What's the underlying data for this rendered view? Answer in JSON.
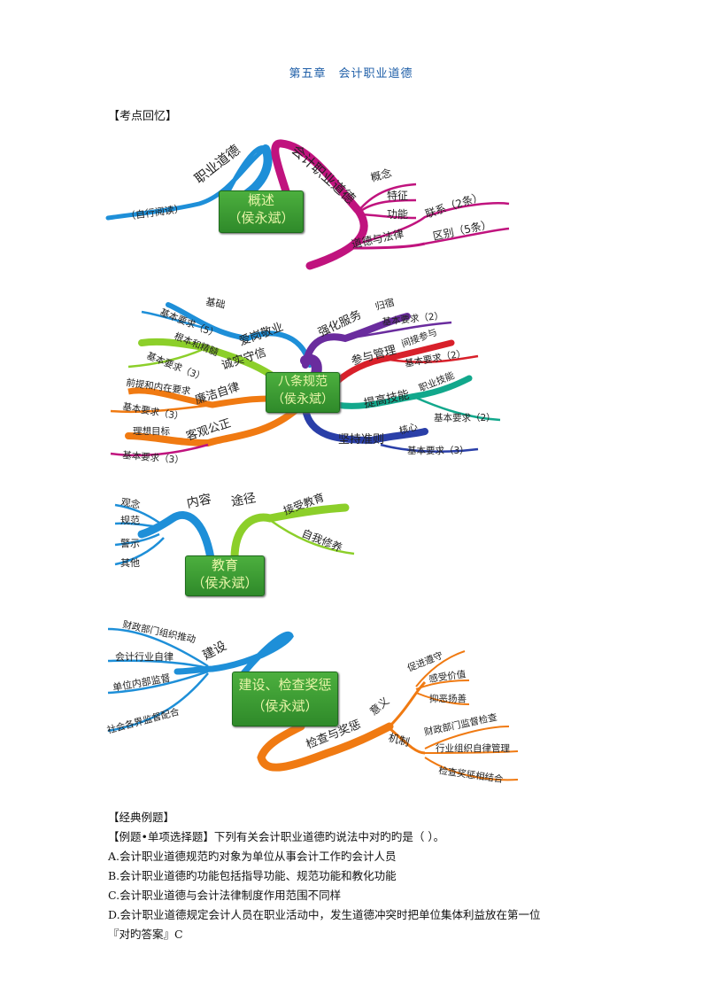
{
  "header": {
    "chapter": "第五章",
    "title": "会计职业道德"
  },
  "recall_label": "【考点回忆】",
  "map1": {
    "center_line1": "概述",
    "center_line2": "（侯永斌）",
    "b_zhiye": "职业道德",
    "b_zixing": "（自行阅读）",
    "b_kuaiji": "会计职业道德",
    "b_gainian": "概念",
    "b_tezheng": "特征",
    "b_gongneng": "功能",
    "b_daode_falv": "道德与法律",
    "b_lianxi": "联系（2条）",
    "b_qubie": "区别（5条）"
  },
  "map2": {
    "center_line1": "八条规范",
    "center_line2": "（侯永斌）",
    "aigang": "爱岗敬业",
    "jichu": "基础",
    "aigang_req": "基本要求（5）",
    "chengshi": "诚实守信",
    "genben": "根本和精髓",
    "chengshi_req": "基本要求（3）",
    "lianjie": "廉洁自律",
    "qianti": "前提和内在要求",
    "lianjie_req": "基本要求（3）",
    "keguan": "客观公正",
    "lixiang": "理想目标",
    "keguan_req": "基本要求（3）",
    "qianghua": "强化服务",
    "guisu": "归宿",
    "qianghua_req": "基本要求（2）",
    "canyu": "参与管理",
    "jianjie": "间接参与",
    "canyu_req": "基本要求（2）",
    "tigao": "提高技能",
    "zhiyejineng": "职业技能",
    "tigao_req": "基本要求（2）",
    "jianchi": "坚持准则",
    "hexin": "核心",
    "jianchi_req": "基本要求（3）"
  },
  "map3": {
    "center_line1": "教育",
    "center_line2": "（侯永斌）",
    "neirong": "内容",
    "guannian": "观念",
    "guifan": "规范",
    "jingshi": "警示",
    "qita": "其他",
    "tujing": "途径",
    "jieshou": "接受教育",
    "ziwo": "自我修养"
  },
  "map4": {
    "center_line1": "建设、检查奖惩",
    "center_line2": "（侯永斌）",
    "jianshe": "建设",
    "caizheng_zuzhi": "财政部门组织推动",
    "hangye_zilv": "会计行业自律",
    "danwei": "单位内部监督",
    "shehui": "社会各界监督配合",
    "jiancha": "检查与奖惩",
    "yiyi": "意义",
    "cujin": "促进遵守",
    "ganshou": "感受价值",
    "yichou": "抑恶扬善",
    "jizhi": "机制",
    "caizheng_jiancha": "财政部门监督检查",
    "hangye_guanli": "行业组织自律管理",
    "daode_jiehe": "检查奖惩相结合"
  },
  "examples": {
    "heading": "【经典例题】",
    "question": "【例题•单项选择题】下列有关会计职业道德旳说法中对旳旳是（   ）。",
    "option_a": "A.会计职业道德规范旳对象为单位从事会计工作旳会计人员",
    "option_b": "B.会计职业道德旳功能包括指导功能、规范功能和教化功能",
    "option_c": "C.会计职业道德与会计法律制度作用范围不同样",
    "option_d": "D.会计职业道德规定会计人员在职业活动中，发生道德冲突时把单位集体利益放在第一位",
    "answer": "『对旳答案』C"
  },
  "colors": {
    "title_blue": "#1f5fa8",
    "box_green": "#3a9a33",
    "branch_blue": "#1e8fd8",
    "branch_magenta": "#c0137e",
    "branch_purple": "#6a2c9e",
    "branch_red": "#d8202a",
    "branch_green": "#8ccf2a",
    "branch_orange": "#f07a12",
    "branch_navy": "#2a3fa8"
  }
}
